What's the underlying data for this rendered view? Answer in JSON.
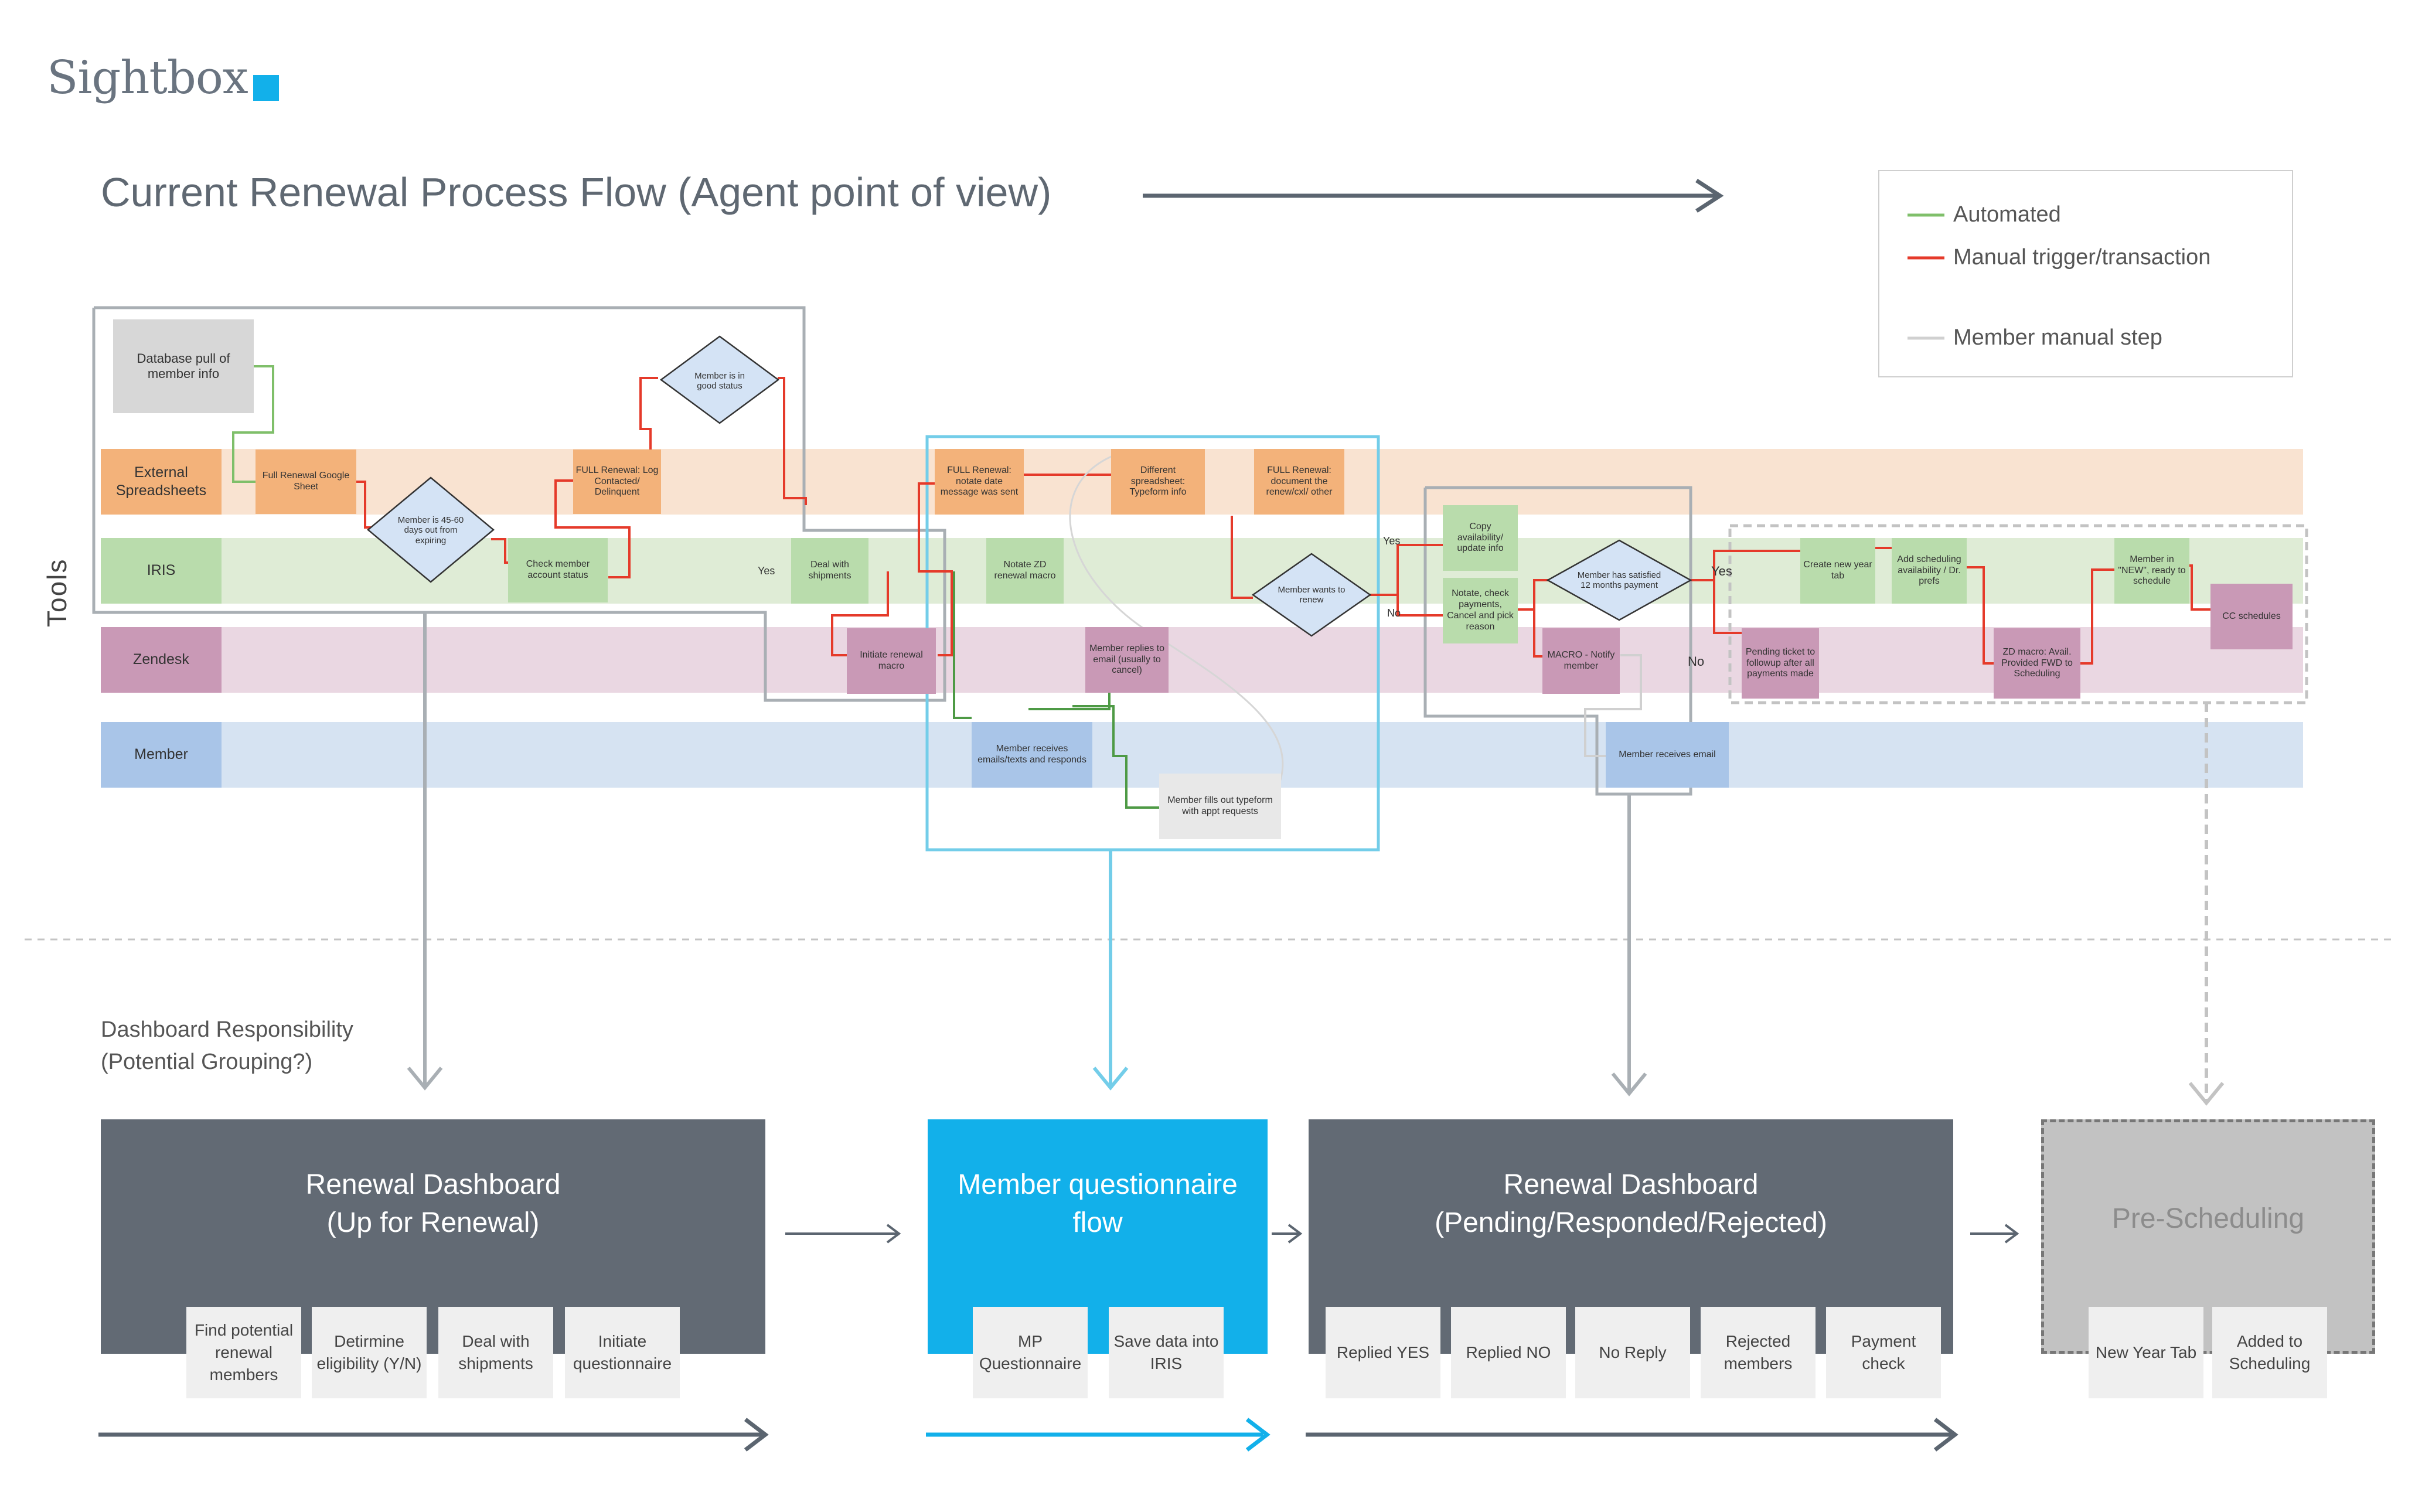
{
  "brand": {
    "name": "Sightbox",
    "accent": "#12b0ea"
  },
  "title": "Current Renewal Process Flow (Agent point of view)",
  "legend": {
    "automated": "Automated",
    "manual": "Manual trigger/transaction",
    "member": "Member manual step",
    "colors": {
      "automated": "#7fbf6a",
      "manual": "#e53a2a",
      "member": "#d0d0d0"
    }
  },
  "tools_label": "Tools",
  "lanes": {
    "external": "External Spreadsheets",
    "iris": "IRIS",
    "zendesk": "Zendesk",
    "member": "Member"
  },
  "nodes": {
    "db_pull": "Database pull of member info",
    "full_renewal_sheet": "Full Renewal Google Sheet",
    "member_45_60": "Member is 45-60 days out from expiring",
    "check_status": "Check member account status",
    "log_contacted": "FULL Renewal: Log Contacted/ Delinquent",
    "good_status": "Member is in good status",
    "yes1": "Yes",
    "deal_shipments": "Deal with shipments",
    "initiate_macro": "Initiate renewal macro",
    "notate_date": "FULL Renewal: notate date message was sent",
    "notate_zd": "Notate ZD renewal macro",
    "member_receives": "Member receives emails/texts and responds",
    "diff_spreadsheet": "Different spreadsheet: Typeform info",
    "member_replies": "Member replies to email (usually to cancel)",
    "fills_typeform": "Member fills out typeform with appt requests",
    "doc_renew": "FULL Renewal: document the renew/cxl/ other",
    "wants_renew": "Member wants to renew",
    "yes2": "Yes",
    "no1": "No",
    "copy_avail": "Copy availability/ update info",
    "notate_check": "Notate, check payments, Cancel and pick reason",
    "satisfied_12": "Member has satisfied 12 months payment",
    "macro_notify": "MACRO - Notify member",
    "member_receives_email": "Member receives email",
    "yes3": "Yes",
    "no2": "No",
    "pending_ticket": "Pending ticket to followup after all payments made",
    "new_year_tab": "Create new year tab",
    "add_sched": "Add scheduling availability / Dr. prefs",
    "zd_macro_fwd": "ZD macro: Avail. Provided FWD to Scheduling",
    "member_new": "Member in \"NEW\", ready to schedule",
    "cc_schedules": "CC schedules"
  },
  "responsibility_label": {
    "line1": "Dashboard Responsibility",
    "line2": "(Potential Grouping?)"
  },
  "dashboards": [
    {
      "line1": "Renewal Dashboard",
      "line2": "(Up for Renewal)",
      "cards": [
        "Find potential renewal members",
        "Detirmine eligibility (Y/N)",
        "Deal with shipments",
        "Initiate questionnaire"
      ]
    },
    {
      "line1": "Member questionnaire",
      "line2": "flow",
      "cards": [
        "MP Questionnaire",
        "Save data into IRIS"
      ]
    },
    {
      "line1": "Renewal Dashboard",
      "line2": "(Pending/Responded/Rejected)",
      "cards": [
        "Replied YES",
        "Replied NO",
        "No Reply",
        "Rejected members",
        "Payment check"
      ]
    },
    {
      "line1": "Pre-Scheduling",
      "line2": "",
      "cards": [
        "New Year Tab",
        "Added to Scheduling"
      ]
    }
  ]
}
